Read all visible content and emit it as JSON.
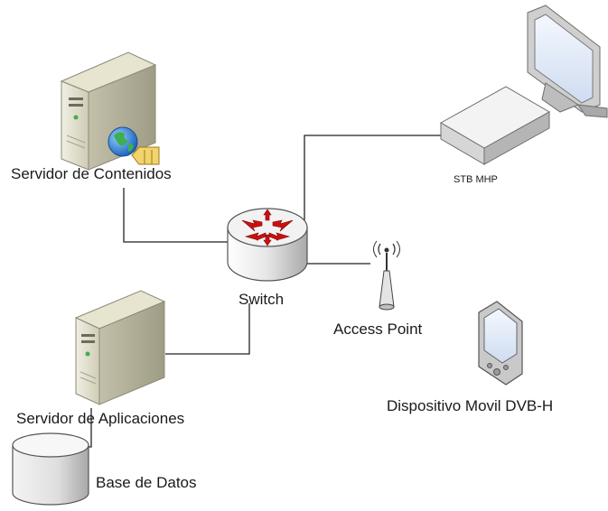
{
  "nodes": {
    "content_server": {
      "label": "Servidor de Contenidos",
      "icon": "server-globe-icon"
    },
    "stb": {
      "label": "STB MHP",
      "icon": "set-top-box-with-monitor-icon"
    },
    "switch": {
      "label": "Switch",
      "icon": "switch-icon"
    },
    "access_point": {
      "label": "Access Point",
      "icon": "access-point-antenna-icon"
    },
    "app_server": {
      "label": "Servidor de Aplicaciones",
      "icon": "server-icon"
    },
    "mobile_device": {
      "label": "Dispositivo Movil DVB-H",
      "icon": "pda-icon"
    },
    "database": {
      "label": "Base de Datos",
      "icon": "database-cylinder-icon"
    }
  },
  "links": [
    {
      "from": "content_server",
      "to": "switch"
    },
    {
      "from": "switch",
      "to": "stb"
    },
    {
      "from": "switch",
      "to": "access_point"
    },
    {
      "from": "switch",
      "to": "app_server"
    },
    {
      "from": "app_server",
      "to": "database"
    }
  ],
  "colors": {
    "server_body": "#d8d6c4",
    "server_side": "#b9b6a0",
    "switch_body": "#e8e8e8",
    "switch_arrow": "#cc1010",
    "globe": "#2b7fd6",
    "folder": "#f3d36b",
    "connector": "#222222"
  }
}
